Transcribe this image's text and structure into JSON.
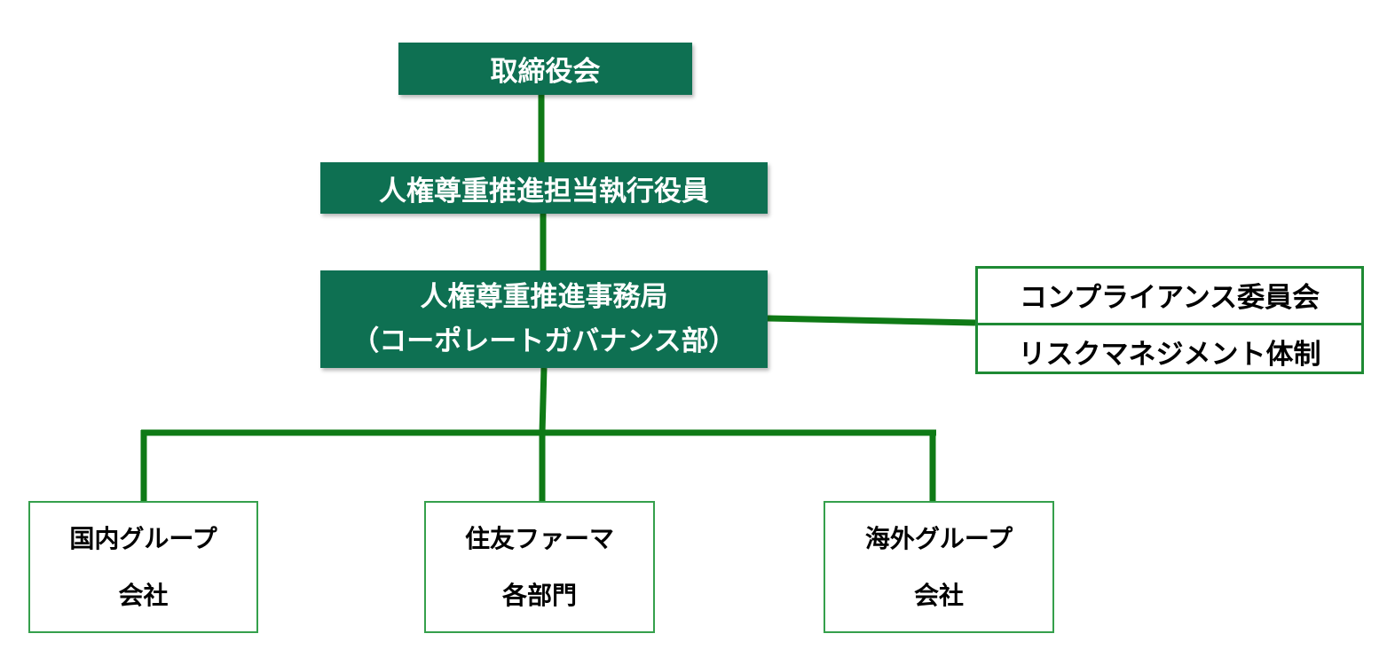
{
  "colors": {
    "box_fill": "#0e7052",
    "connector": "#0f7a16",
    "outline": "#1e8a34"
  },
  "nodes": {
    "board": {
      "label": "取締役会"
    },
    "officer": {
      "label": "人権尊重推進担当執行役員"
    },
    "secretariat": {
      "line1": "人権尊重推進事務局",
      "line2": "（コーポレートガバナンス部）"
    },
    "compliance_committee": {
      "label": "コンプライアンス委員会"
    },
    "risk_management": {
      "label": "リスクマネジメント体制"
    },
    "domestic_group": {
      "line1": "国内グループ",
      "line2": "会社"
    },
    "sumitomo_pharma": {
      "line1": "住友ファーマ",
      "line2": "各部門"
    },
    "overseas_group": {
      "line1": "海外グループ",
      "line2": "会社"
    }
  }
}
